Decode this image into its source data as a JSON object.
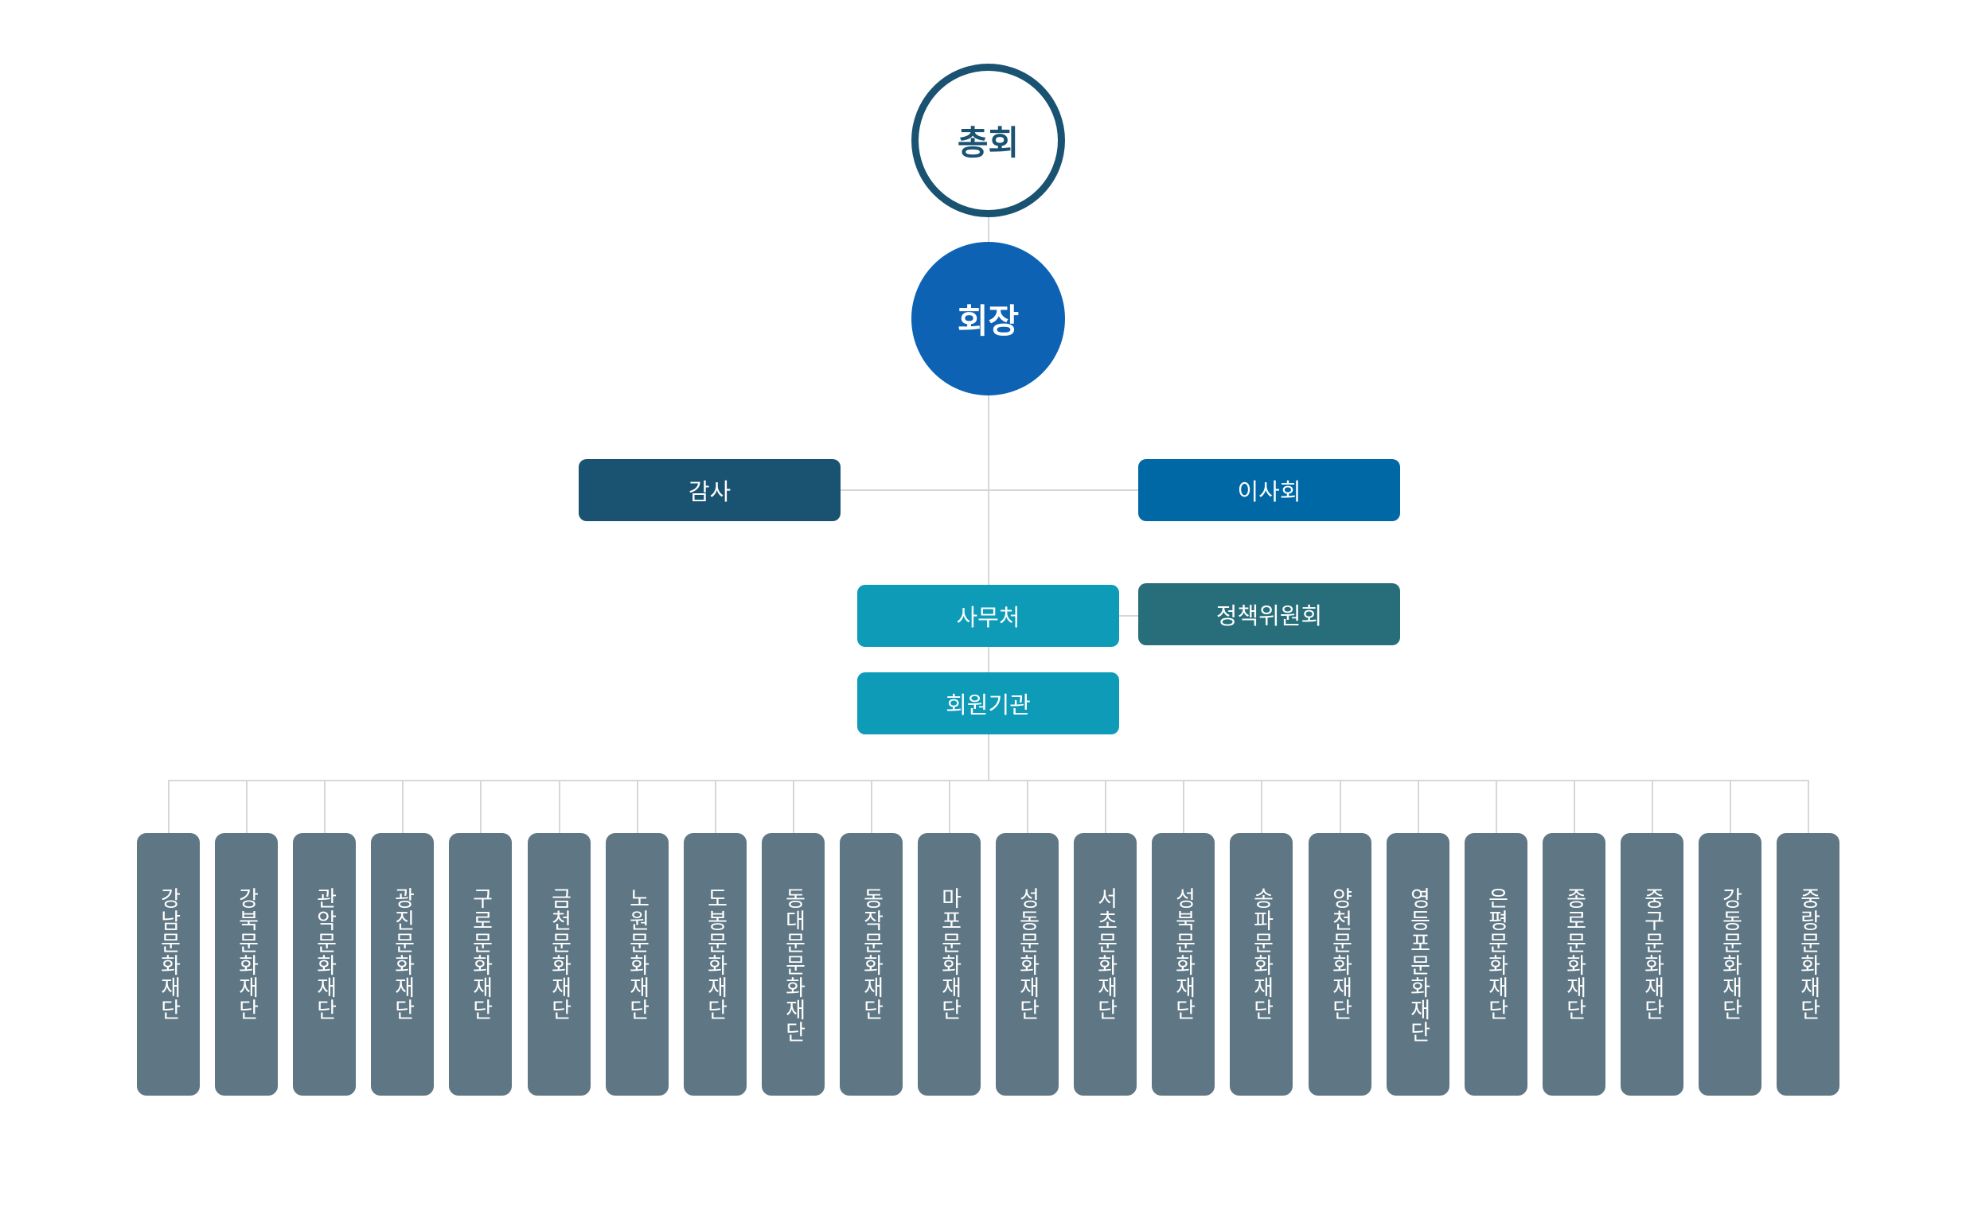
{
  "top": {
    "general_assembly": "총회",
    "chairperson": "회장"
  },
  "branches": {
    "audit": "감사",
    "board": "이사회",
    "secretariat": "사무처",
    "policy_committee": "정책위원회",
    "member_institutions": "회원기관"
  },
  "members": [
    "강남문화재단",
    "강북문화재단",
    "관악문화재단",
    "광진문화재단",
    "구로문화재단",
    "금천문화재단",
    "노원문화재단",
    "도봉문화재단",
    "동대문문화재단",
    "동작문화재단",
    "마포문화재단",
    "성동문화재단",
    "서초문화재단",
    "성북문화재단",
    "송파문화재단",
    "양천문화재단",
    "영등포문화재단",
    "은평문화재단",
    "종로문화재단",
    "중구문화재단",
    "강동문화재단",
    "중랑문화재단"
  ],
  "colors": {
    "general_assembly": "#1a5272",
    "chairperson": "#0d62b4",
    "audit": "#1a5272",
    "board": "#0068a5",
    "secretariat": "#0d9bb7",
    "policy_committee": "#276e7a",
    "member_institutions": "#0d9bb7",
    "member_card": "#5f7784",
    "connector": "#d7d7d7"
  }
}
